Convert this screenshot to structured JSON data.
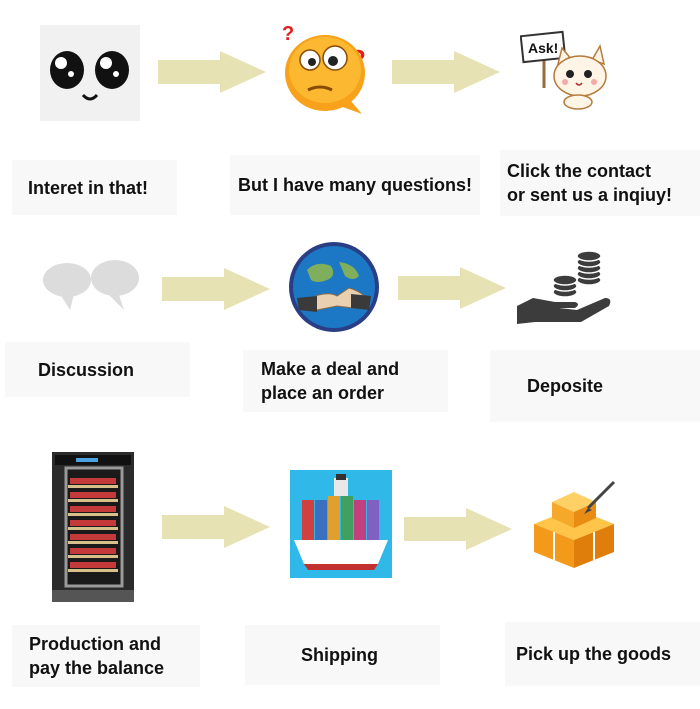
{
  "arrow_color": "#e6e2b4",
  "steps": [
    {
      "label": "Interet in that!",
      "icon": "cute-face-icon"
    },
    {
      "label": "But I have many questions!",
      "icon": "confused-emoji-icon"
    },
    {
      "label": "Click the contact\nor sent us a inqiuy!",
      "icon": "cat-ask-sign-icon",
      "sign_text": "Ask!"
    },
    {
      "label": "Discussion",
      "icon": "speech-bubbles-icon"
    },
    {
      "label": "Make a deal and\nplace an order",
      "icon": "handshake-globe-icon"
    },
    {
      "label": "Deposite",
      "icon": "hand-coins-icon"
    },
    {
      "label": "Production and\npay the balance",
      "icon": "wine-cooler-icon"
    },
    {
      "label": "Shipping",
      "icon": "cargo-ship-icon"
    },
    {
      "label": "Pick up the goods",
      "icon": "package-boxes-icon"
    }
  ]
}
